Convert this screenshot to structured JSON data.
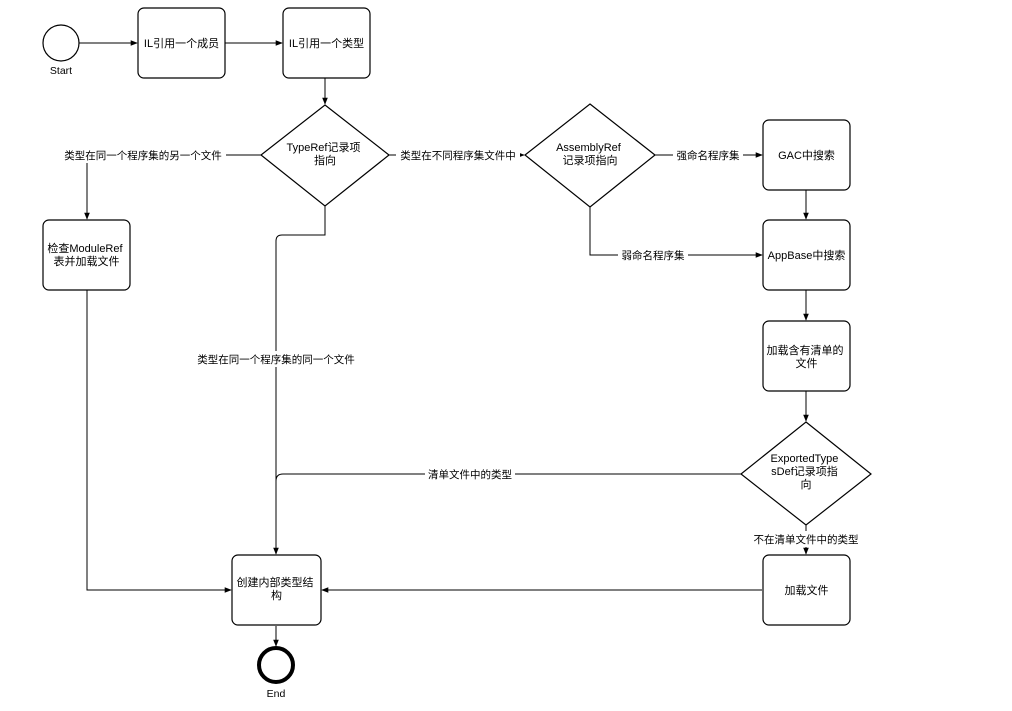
{
  "events": {
    "start": "Start",
    "end": "End"
  },
  "nodes": {
    "il_member": "IL引用一个成员",
    "il_type": "IL引用一个类型",
    "typeref": [
      "TypeRef记录项",
      "指向"
    ],
    "assemblyref": [
      "AssemblyRef",
      "记录项指向"
    ],
    "gac": "GAC中搜索",
    "appbase": "AppBase中搜索",
    "load_manifest": [
      "加载含有清单的",
      "文件"
    ],
    "exported": [
      "ExportedType",
      "sDef记录项指",
      "向"
    ],
    "moduleref": [
      "检查ModuleRef",
      "表并加载文件"
    ],
    "create": [
      "创建内部类型结",
      "构"
    ],
    "load_file": "加载文件"
  },
  "edge_labels": {
    "same_asm_other_file": "类型在同一个程序集的另一个文件",
    "diff_asm_file": "类型在不同程序集文件中",
    "strong_name": "强命名程序集",
    "weak_name": "弱命名程序集",
    "same_asm_same_file": "类型在同一个程序集的同一个文件",
    "in_manifest": "清单文件中的类型",
    "not_in_manifest": "不在清单文件中的类型"
  }
}
